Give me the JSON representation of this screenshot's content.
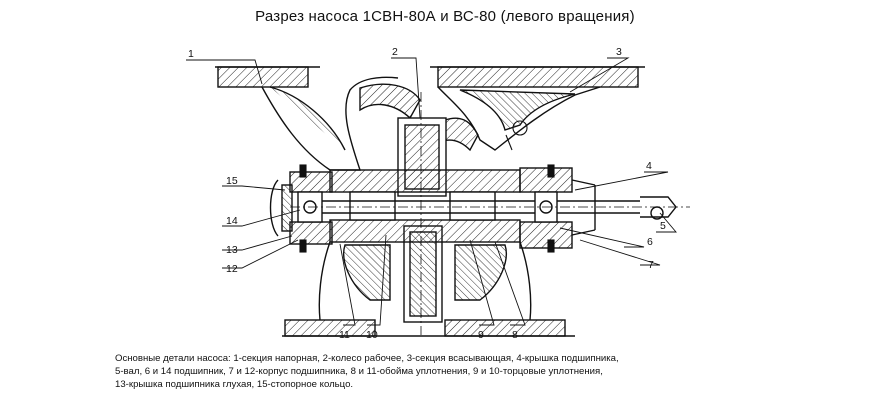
{
  "title": "Разрез насоса 1СВН-80А и ВС-80 (левого вращения)",
  "callouts": [
    "1",
    "2",
    "3",
    "4",
    "5",
    "6",
    "7",
    "8",
    "9",
    "10",
    "11",
    "12",
    "13",
    "14",
    "15"
  ],
  "caption": {
    "line1": "Основные детали насоса: 1-секция напорная, 2-колесо рабочее, 3-секция всасывающая, 4-крышка подшипника,",
    "line2": "5-вал, 6 и 14 подшипник, 7 и 12-корпус подшипника, 8 и 11-обойма уплотнения, 9 и 10-торцовые уплотнения,",
    "line3": "13-крышка подшипника глухая, 15-стопорное кольцо."
  }
}
